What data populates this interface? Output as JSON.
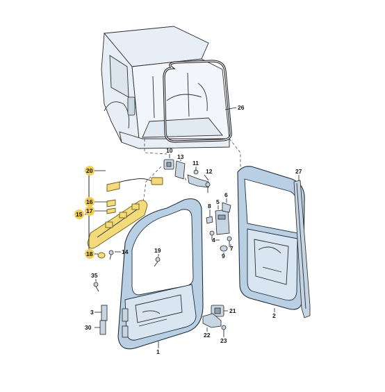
{
  "labels": {
    "p1": "1",
    "p2": "2",
    "p3": "3",
    "p4": "4",
    "p5": "5",
    "p6": "6",
    "p7": "7",
    "p8": "8",
    "p9": "9",
    "p10": "10",
    "p11": "11",
    "p12": "12",
    "p13": "13",
    "p14": "14",
    "p15": "15",
    "p16": "16",
    "p17": "17",
    "p18": "18",
    "p19": "19",
    "p20": "20",
    "p21": "21",
    "p22": "22",
    "p23": "23",
    "p26": "26",
    "p27": "27",
    "p30": "30",
    "p35": "35"
  },
  "colors": {
    "door": "#b9cfe3",
    "highlight": "#f0cf4f",
    "yellow_parts": "#f3da7a"
  }
}
